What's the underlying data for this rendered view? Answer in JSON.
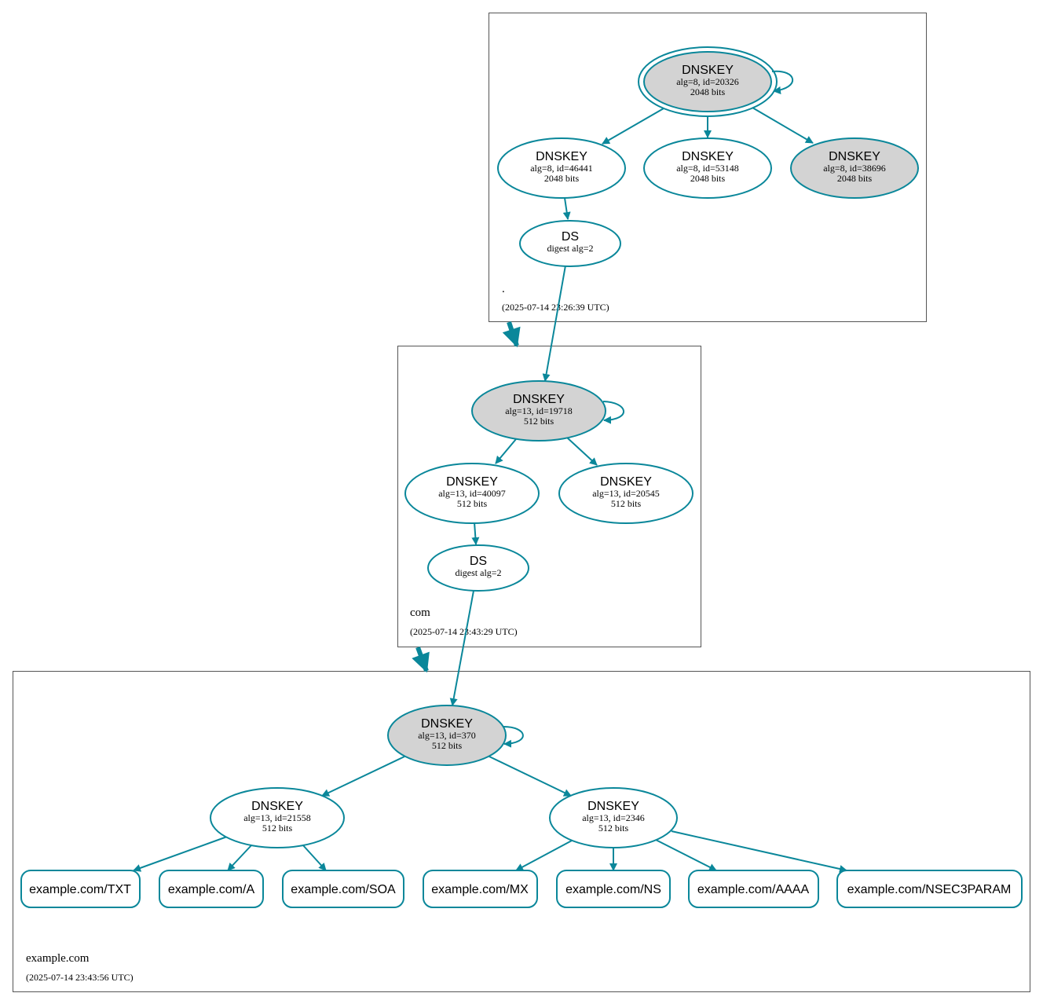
{
  "zones": {
    "root": {
      "name": ".",
      "timestamp": "(2025-07-14 23:26:39 UTC)"
    },
    "com": {
      "name": "com",
      "timestamp": "(2025-07-14 23:43:29 UTC)"
    },
    "example": {
      "name": "example.com",
      "timestamp": "(2025-07-14 23:43:56 UTC)"
    }
  },
  "nodes": {
    "root_ksk": {
      "title": "DNSKEY",
      "line1": "alg=8, id=20326",
      "line2": "2048 bits"
    },
    "root_k46441": {
      "title": "DNSKEY",
      "line1": "alg=8, id=46441",
      "line2": "2048 bits"
    },
    "root_k53148": {
      "title": "DNSKEY",
      "line1": "alg=8, id=53148",
      "line2": "2048 bits"
    },
    "root_k38696": {
      "title": "DNSKEY",
      "line1": "alg=8, id=38696",
      "line2": "2048 bits"
    },
    "root_ds": {
      "title": "DS",
      "line1": "digest alg=2"
    },
    "com_ksk": {
      "title": "DNSKEY",
      "line1": "alg=13, id=19718",
      "line2": "512 bits"
    },
    "com_k40097": {
      "title": "DNSKEY",
      "line1": "alg=13, id=40097",
      "line2": "512 bits"
    },
    "com_k20545": {
      "title": "DNSKEY",
      "line1": "alg=13, id=20545",
      "line2": "512 bits"
    },
    "com_ds": {
      "title": "DS",
      "line1": "digest alg=2"
    },
    "ex_ksk": {
      "title": "DNSKEY",
      "line1": "alg=13, id=370",
      "line2": "512 bits"
    },
    "ex_k21558": {
      "title": "DNSKEY",
      "line1": "alg=13, id=21558",
      "line2": "512 bits"
    },
    "ex_k2346": {
      "title": "DNSKEY",
      "line1": "alg=13, id=2346",
      "line2": "512 bits"
    }
  },
  "records": {
    "txt": "example.com/TXT",
    "a": "example.com/A",
    "soa": "example.com/SOA",
    "mx": "example.com/MX",
    "ns": "example.com/NS",
    "aaaa": "example.com/AAAA",
    "nsec3param": "example.com/NSEC3PARAM"
  },
  "colors": {
    "edge": "#0a879a",
    "filled_node": "#d3d3d3",
    "zone_border": "#555555",
    "background": "#ffffff"
  }
}
